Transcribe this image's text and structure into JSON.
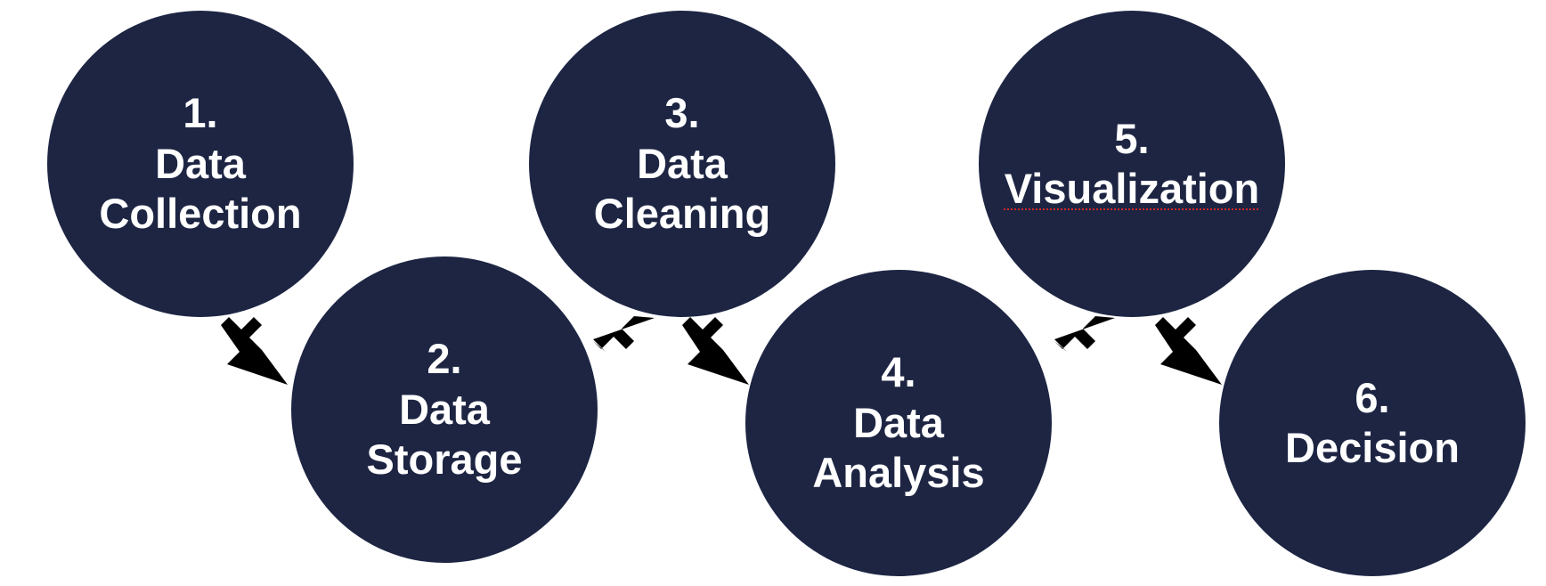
{
  "diagram": {
    "steps": [
      {
        "number": "1.",
        "line1": "Data",
        "line2": "Collection"
      },
      {
        "number": "2.",
        "line1": "Data",
        "line2": "Storage"
      },
      {
        "number": "3.",
        "line1": "Data",
        "line2": "Cleaning"
      },
      {
        "number": "4.",
        "line1": "Data",
        "line2": "Analysis"
      },
      {
        "number": "5.",
        "line1": "Visualization"
      },
      {
        "number": "6.",
        "line1": "Decision"
      }
    ],
    "colors": {
      "circle_fill": "#1d2543",
      "text": "#ffffff",
      "arrow": "#000000",
      "spellcheck_underline": "#d22828"
    }
  }
}
